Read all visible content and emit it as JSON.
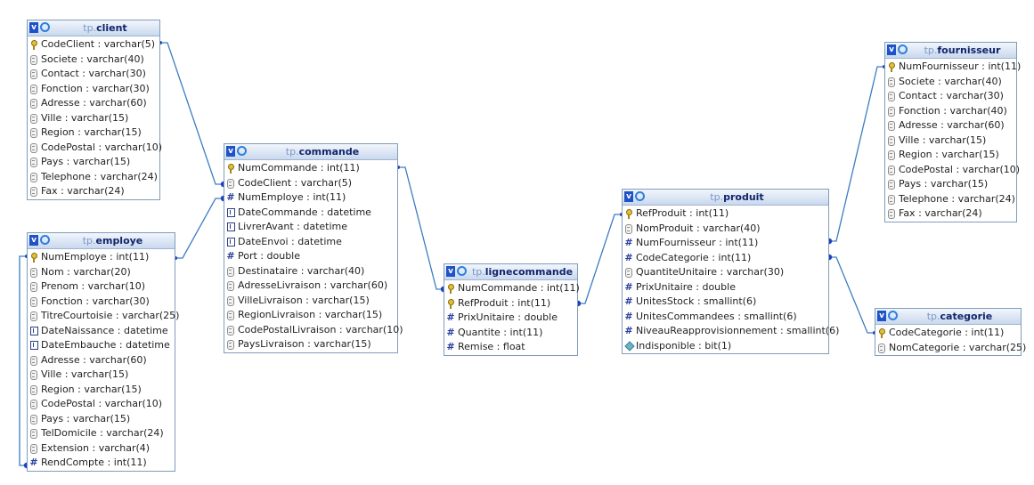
{
  "colors": {
    "header_start": "#f2f6fc",
    "header_end": "#c9d8ee",
    "border": "#7f9db9",
    "link": "#3c7dc0",
    "end_marker": "#1f3fc2"
  },
  "tables": [
    {
      "id": "client",
      "schema": "tp.",
      "name": "client",
      "columns": [
        {
          "icon": "key",
          "text": "CodeClient : varchar(5)"
        },
        {
          "icon": "text",
          "text": "Societe : varchar(40)"
        },
        {
          "icon": "text",
          "text": "Contact : varchar(30)"
        },
        {
          "icon": "text",
          "text": "Fonction : varchar(30)"
        },
        {
          "icon": "text",
          "text": "Adresse : varchar(60)"
        },
        {
          "icon": "text",
          "text": "Ville : varchar(15)"
        },
        {
          "icon": "text",
          "text": "Region : varchar(15)"
        },
        {
          "icon": "text",
          "text": "CodePostal : varchar(10)"
        },
        {
          "icon": "text",
          "text": "Pays : varchar(15)"
        },
        {
          "icon": "text",
          "text": "Telephone : varchar(24)"
        },
        {
          "icon": "text",
          "text": "Fax : varchar(24)"
        }
      ]
    },
    {
      "id": "employe",
      "schema": "tp.",
      "name": "employe",
      "columns": [
        {
          "icon": "key",
          "text": "NumEmploye : int(11)"
        },
        {
          "icon": "text",
          "text": "Nom : varchar(20)"
        },
        {
          "icon": "text",
          "text": "Prenom : varchar(10)"
        },
        {
          "icon": "text",
          "text": "Fonction : varchar(30)"
        },
        {
          "icon": "text",
          "text": "TitreCourtoisie : varchar(25)"
        },
        {
          "icon": "date",
          "text": "DateNaissance : datetime"
        },
        {
          "icon": "date",
          "text": "DateEmbauche : datetime"
        },
        {
          "icon": "text",
          "text": "Adresse : varchar(60)"
        },
        {
          "icon": "text",
          "text": "Ville : varchar(15)"
        },
        {
          "icon": "text",
          "text": "Region : varchar(15)"
        },
        {
          "icon": "text",
          "text": "CodePostal : varchar(10)"
        },
        {
          "icon": "text",
          "text": "Pays : varchar(15)"
        },
        {
          "icon": "text",
          "text": "TelDomicile : varchar(24)"
        },
        {
          "icon": "text",
          "text": "Extension : varchar(4)"
        },
        {
          "icon": "num",
          "text": "RendCompte : int(11)"
        }
      ]
    },
    {
      "id": "commande",
      "schema": "tp.",
      "name": "commande",
      "columns": [
        {
          "icon": "key",
          "text": "NumCommande : int(11)"
        },
        {
          "icon": "text",
          "text": "CodeClient : varchar(5)"
        },
        {
          "icon": "num",
          "text": "NumEmploye : int(11)"
        },
        {
          "icon": "date",
          "text": "DateCommande : datetime"
        },
        {
          "icon": "date",
          "text": "LivrerAvant : datetime"
        },
        {
          "icon": "date",
          "text": "DateEnvoi : datetime"
        },
        {
          "icon": "num",
          "text": "Port : double"
        },
        {
          "icon": "text",
          "text": "Destinataire : varchar(40)"
        },
        {
          "icon": "text",
          "text": "AdresseLivraison : varchar(60)"
        },
        {
          "icon": "text",
          "text": "VilleLivraison : varchar(15)"
        },
        {
          "icon": "text",
          "text": "RegionLivraison : varchar(15)"
        },
        {
          "icon": "text",
          "text": "CodePostalLivraison : varchar(10)"
        },
        {
          "icon": "text",
          "text": "PaysLivraison : varchar(15)"
        }
      ]
    },
    {
      "id": "lignecommande",
      "schema": "tp.",
      "name": "lignecommande",
      "columns": [
        {
          "icon": "key",
          "text": "NumCommande : int(11)"
        },
        {
          "icon": "key",
          "text": "RefProduit : int(11)"
        },
        {
          "icon": "num",
          "text": "PrixUnitaire : double"
        },
        {
          "icon": "num",
          "text": "Quantite : int(11)"
        },
        {
          "icon": "num",
          "text": "Remise : float"
        }
      ]
    },
    {
      "id": "produit",
      "schema": "tp.",
      "name": "produit",
      "columns": [
        {
          "icon": "key",
          "text": "RefProduit : int(11)"
        },
        {
          "icon": "text",
          "text": "NomProduit : varchar(40)"
        },
        {
          "icon": "num",
          "text": "NumFournisseur : int(11)"
        },
        {
          "icon": "num",
          "text": "CodeCategorie : int(11)"
        },
        {
          "icon": "text",
          "text": "QuantiteUnitaire : varchar(30)"
        },
        {
          "icon": "num",
          "text": "PrixUnitaire : double"
        },
        {
          "icon": "num",
          "text": "UnitesStock : smallint(6)"
        },
        {
          "icon": "num",
          "text": "UnitesCommandees : smallint(6)"
        },
        {
          "icon": "num",
          "text": "NiveauReapprovisionnement : smallint(6)"
        },
        {
          "icon": "bit",
          "text": "Indisponible : bit(1)"
        }
      ]
    },
    {
      "id": "fournisseur",
      "schema": "tp.",
      "name": "fournisseur",
      "columns": [
        {
          "icon": "key",
          "text": "NumFournisseur : int(11)"
        },
        {
          "icon": "text",
          "text": "Societe : varchar(40)"
        },
        {
          "icon": "text",
          "text": "Contact : varchar(30)"
        },
        {
          "icon": "text",
          "text": "Fonction : varchar(40)"
        },
        {
          "icon": "text",
          "text": "Adresse : varchar(60)"
        },
        {
          "icon": "text",
          "text": "Ville : varchar(15)"
        },
        {
          "icon": "text",
          "text": "Region : varchar(15)"
        },
        {
          "icon": "text",
          "text": "CodePostal : varchar(10)"
        },
        {
          "icon": "text",
          "text": "Pays : varchar(15)"
        },
        {
          "icon": "text",
          "text": "Telephone : varchar(24)"
        },
        {
          "icon": "text",
          "text": "Fax : varchar(24)"
        }
      ]
    },
    {
      "id": "categorie",
      "schema": "tp.",
      "name": "categorie",
      "columns": [
        {
          "icon": "key",
          "text": "CodeCategorie : int(11)"
        },
        {
          "icon": "text",
          "text": "NomCategorie : varchar(25)"
        }
      ]
    }
  ]
}
